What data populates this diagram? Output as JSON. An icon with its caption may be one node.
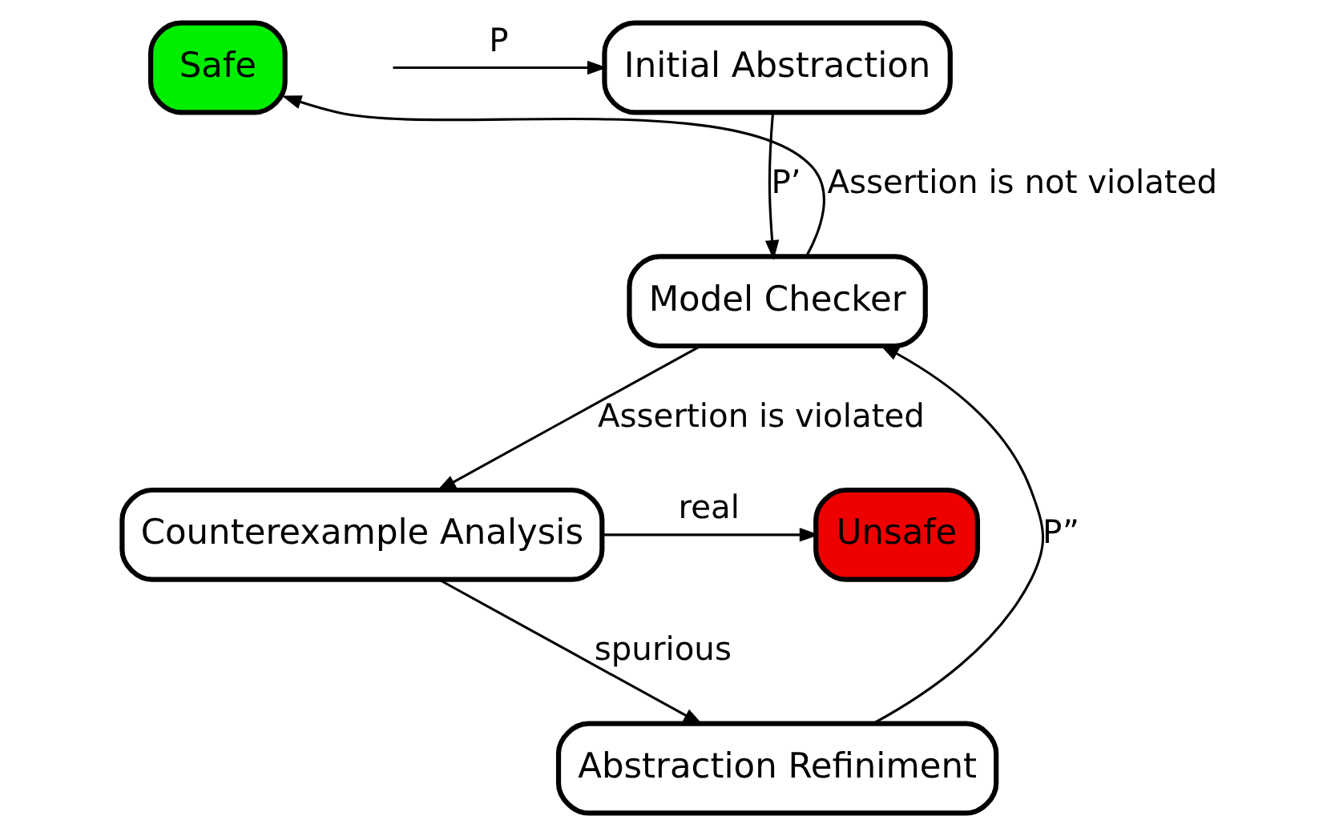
{
  "diagram": {
    "nodes": [
      {
        "text": [
          "Initial Abstraction"
        ]
      },
      {
        "text": [
          "Safe"
        ]
      },
      {
        "text": [
          "Model Checker"
        ]
      },
      {
        "text": [
          "Counterexample Analysis"
        ]
      },
      {
        "text": [
          "Unsafe"
        ]
      },
      {
        "text": [
          "Abstraction Refiniment"
        ]
      }
    ],
    "edges": [
      {
        "from": null,
        "to": 0,
        "arrow": "to",
        "label": "P"
      },
      {
        "from": 0,
        "to": 2,
        "arrow": "to",
        "label": "P’"
      },
      {
        "from": 2,
        "to": 1,
        "arrow": "to",
        "label": "Assertion is not violated"
      },
      {
        "from": 2,
        "to": 3,
        "arrow": "to",
        "label": "Assertion is violated"
      },
      {
        "from": 3,
        "to": 4,
        "arrow": "to",
        "label": "real"
      },
      {
        "from": 3,
        "to": 5,
        "arrow": "to",
        "label": "spurious"
      },
      {
        "from": 5,
        "to": 2,
        "arrow": "to",
        "label": "P”"
      }
    ]
  }
}
